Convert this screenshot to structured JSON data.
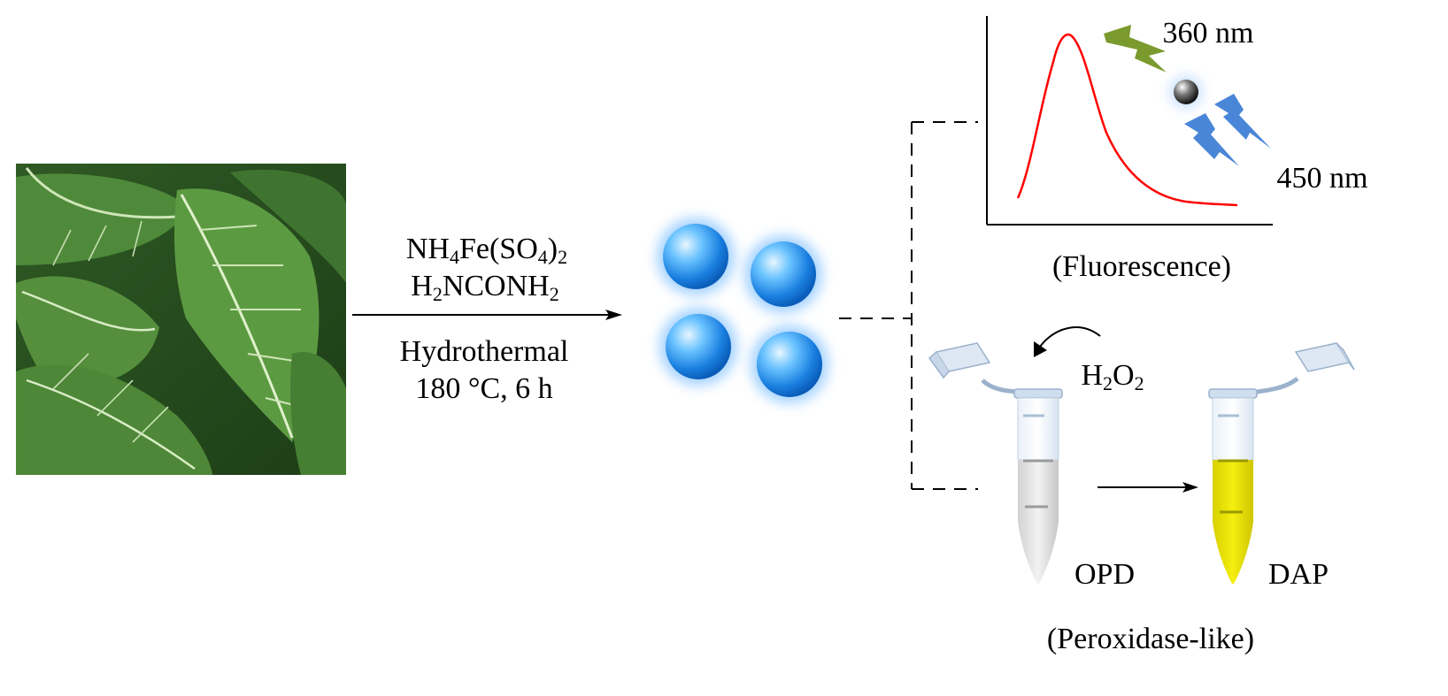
{
  "reaction": {
    "reagent1": {
      "base": "NH",
      "sub1": "4",
      "mid": "Fe(SO",
      "sub2": "4",
      "end": ")",
      "sub3": "2"
    },
    "reagent2": {
      "base": "H",
      "sub1": "2",
      "mid": "NCONH",
      "sub2": "2"
    },
    "method": "Hydrothermal",
    "conditions": "180 °C, 6 h"
  },
  "fluorescence": {
    "excitation": "360 nm",
    "emission": "450 nm",
    "label": "(Fluorescence)",
    "colors": {
      "excitation": "#7a9a2e",
      "emission": "#4a86d8",
      "curve": "#ff0000"
    }
  },
  "peroxidase": {
    "oxidant": {
      "base": "H",
      "sub1": "2",
      "mid": "O",
      "sub2": "2"
    },
    "substrate": "OPD",
    "product": "DAP",
    "label": "(Peroxidase-like)",
    "colors": {
      "substrate_liquid": "#e6e6e6",
      "product_liquid": "#e6e000"
    }
  },
  "nanoparticles": {
    "color": "#1e90ff",
    "glow": "#6fb8ff",
    "count": 4
  }
}
